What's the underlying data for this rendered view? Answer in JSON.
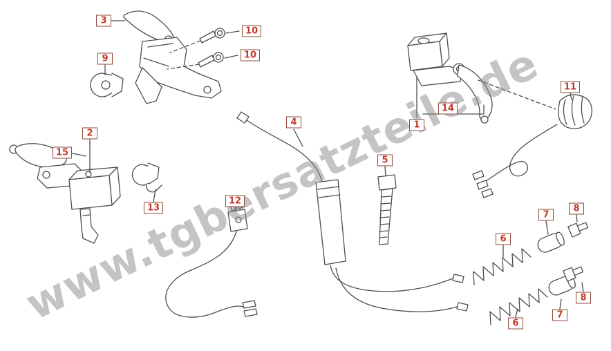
{
  "watermark": {
    "text": "www.tgbersatzteile.de"
  },
  "colors": {
    "label_border": "#8f4a3a",
    "label_text": "#c23b2a",
    "line": "#4d4d4d",
    "background": "#ffffff",
    "watermark": "#8a8a8a"
  },
  "labels": [
    {
      "text": "3"
    },
    {
      "text": "10"
    },
    {
      "text": "10"
    },
    {
      "text": "9"
    },
    {
      "text": "2"
    },
    {
      "text": "15"
    },
    {
      "text": "13"
    },
    {
      "text": "4"
    },
    {
      "text": "12"
    },
    {
      "text": "5"
    },
    {
      "text": "1"
    },
    {
      "text": "14"
    },
    {
      "text": "11"
    },
    {
      "text": "8"
    },
    {
      "text": "7"
    },
    {
      "text": "6"
    },
    {
      "text": "8"
    },
    {
      "text": "7"
    },
    {
      "text": "6"
    }
  ]
}
